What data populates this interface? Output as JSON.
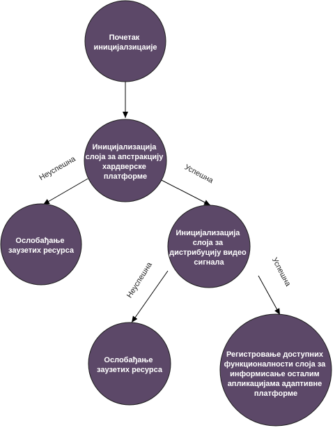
{
  "diagram": {
    "colors": {
      "node_fill": "#5c4868",
      "node_stroke": "#1e1e1e",
      "node_text": "#ffffff",
      "edge": "#000000",
      "edge_label": "#222222"
    },
    "nodes": {
      "start": {
        "lines": [
          "Почетак",
          "иницијалзицаије"
        ]
      },
      "init_hal": {
        "lines": [
          "Иницијализација",
          "слоја за апстракцију",
          "хардверске",
          "платформе"
        ]
      },
      "release_1": {
        "lines": [
          "Ослобађање",
          "заузетих ресурса"
        ]
      },
      "init_video": {
        "lines": [
          "Иницијализација",
          "слоја за",
          "дистрибуцију видео",
          "сигнала"
        ]
      },
      "release_2": {
        "lines": [
          "Ослобађање",
          "заузетих ресурса"
        ]
      },
      "register": {
        "lines": [
          "Регистровање доступних",
          "функционалности слоја за",
          "информисање осталим",
          "апликацијама адаптивне",
          "платформе"
        ]
      }
    },
    "edges": {
      "fail_1": "Неуспешна",
      "success_1": "Успешна",
      "fail_2": "Неуспешна",
      "success_2": "Успешна"
    }
  }
}
